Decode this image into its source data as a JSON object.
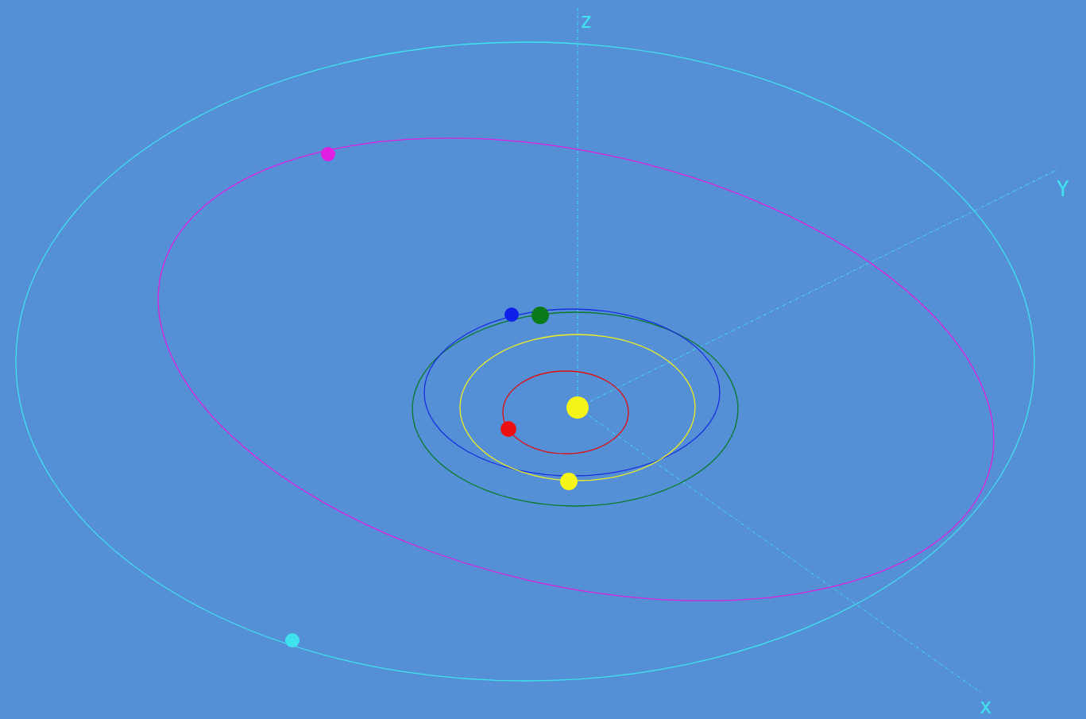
{
  "diagram": {
    "labels": [
      "z",
      "Y",
      "x"
    ]
  }
}
